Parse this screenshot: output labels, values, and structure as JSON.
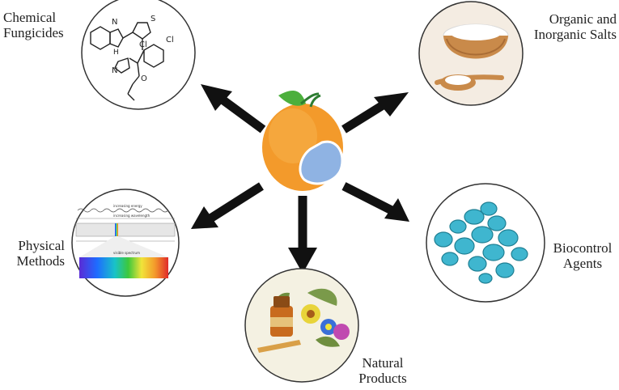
{
  "labels": {
    "chemical": "Chemical\nFungicides",
    "salts": "Organic and\nInorganic Salts",
    "physical": "Physical\nMethods",
    "biocontrol": "Biocontrol\nAgents",
    "natural": "Natural\nProducts"
  },
  "spectrum": {
    "top_label": "increasing energy",
    "top_label2": "increasing wavelength",
    "bottom_label": "visible spectrum"
  },
  "molecule_atoms": {
    "n1": "N",
    "nh": "H",
    "s": "S",
    "cl1": "Cl",
    "cl2": "Cl",
    "o": "O",
    "n2": "N"
  },
  "colors": {
    "arrow": "#111111",
    "orange": "#f39a2b",
    "mold": "#8fb3e3",
    "leaf": "#4caf3c",
    "circle_stroke": "#333333",
    "yeast": "#3fb6cf"
  },
  "icons": {
    "center": "orange-with-mold-icon",
    "chemical": "molecule-structure-icon",
    "salts": "salt-bowl-icon",
    "physical": "em-spectrum-icon",
    "biocontrol": "yeast-cells-icon",
    "natural": "herbal-products-icon"
  }
}
